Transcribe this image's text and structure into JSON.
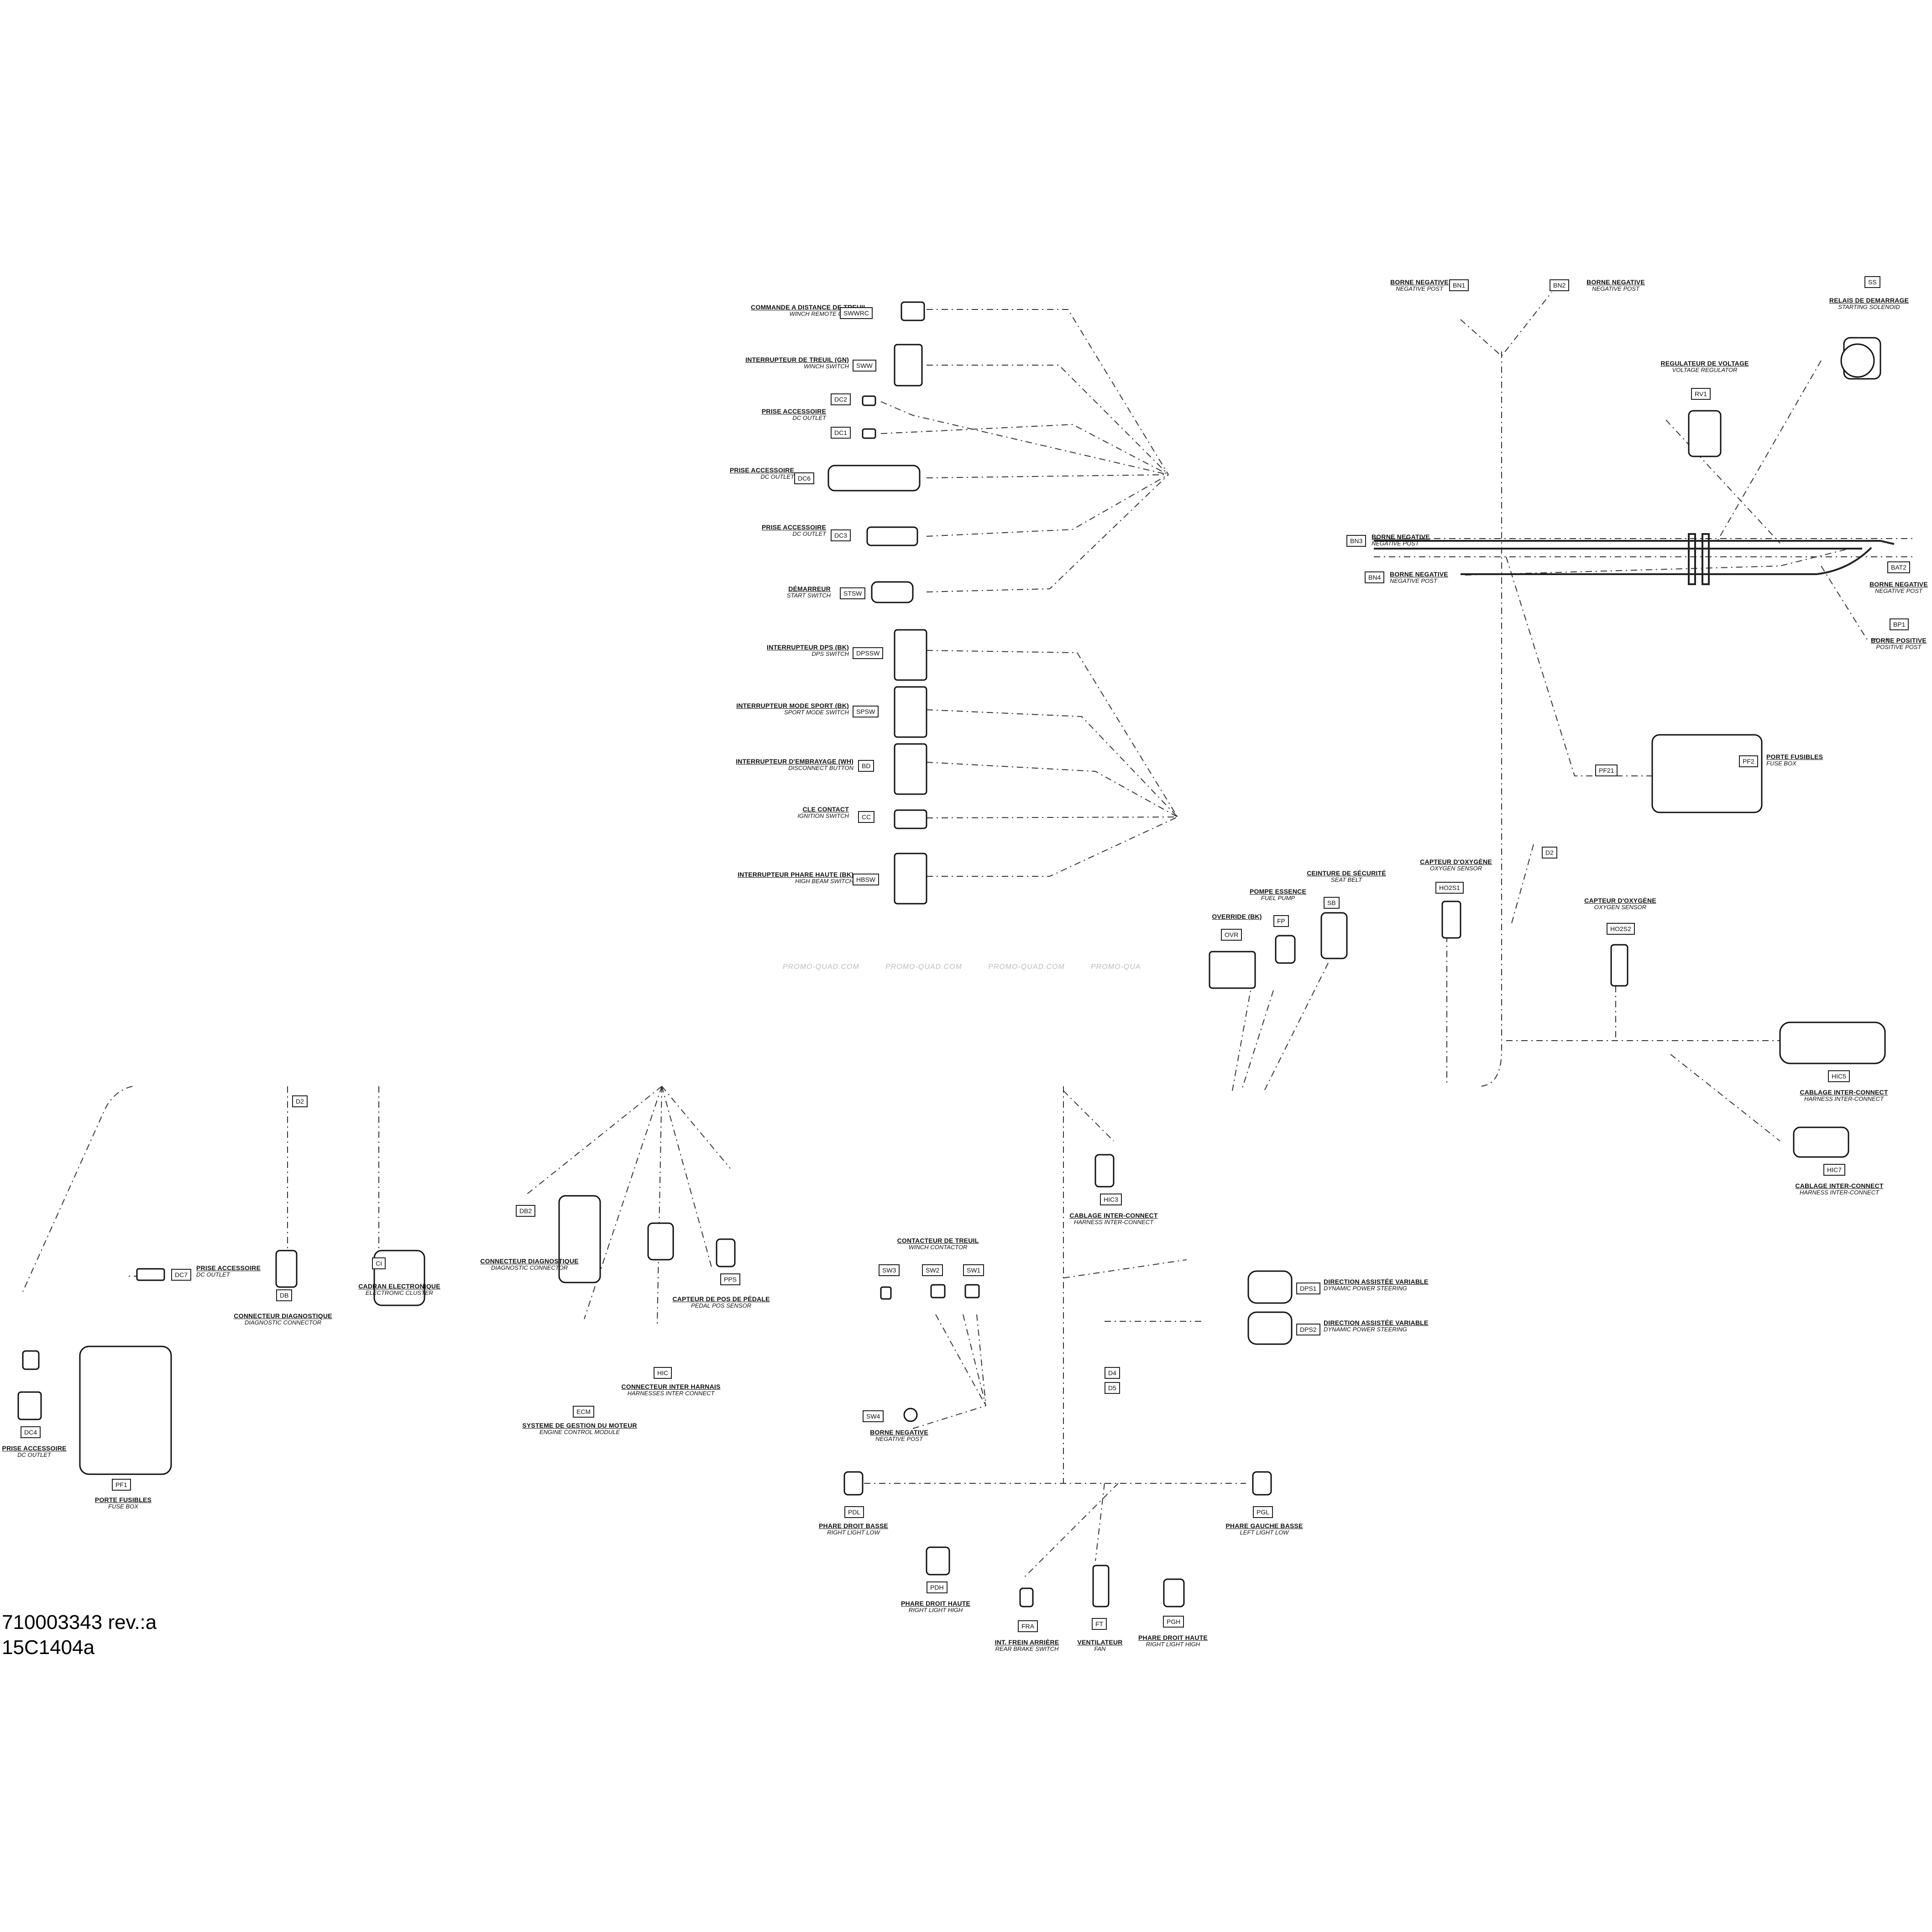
{
  "document": {
    "part_number": "710003343 rev.:a",
    "drawing_id": "15C1404a",
    "watermarks": [
      "PROMO-QUAD.COM",
      "PROMO-QUAD.COM",
      "PROMO-QUAD.COM",
      "PROMO-QUA"
    ]
  },
  "components": {
    "swrc": {
      "code": "SWWRC",
      "fr": "COMMANDE A DISTANCE DE TREUIL",
      "en": "WINCH REMOTE CONTROL"
    },
    "sww": {
      "code": "SWW",
      "fr": "INTERRUPTEUR DE TREUIL (GN)",
      "en": "WINCH SWITCH"
    },
    "dc2": {
      "code": "DC2"
    },
    "dc1": {
      "code": "DC1",
      "fr": "PRISE ACCESSOIRE",
      "en": "DC OUTLET"
    },
    "dc6": {
      "code": "DC6",
      "fr": "PRISE ACCESSOIRE",
      "en": "DC OUTLET"
    },
    "dc3": {
      "code": "DC3",
      "fr": "PRISE ACCESSOIRE",
      "en": "DC OUTLET"
    },
    "stsw": {
      "code": "STSW",
      "fr": "DÉMARREUR",
      "en": "START SWITCH"
    },
    "dpssw": {
      "code": "DPSSW",
      "fr": "INTERRUPTEUR DPS (BK)",
      "en": "DPS SWITCH"
    },
    "spsw": {
      "code": "SPSW",
      "fr": "INTERRUPTEUR MODE SPORT (BK)",
      "en": "SPORT MODE SWITCH"
    },
    "bd": {
      "code": "BD",
      "fr": "INTERRUPTEUR D'EMBRAYAGE (WH)",
      "en": "DISCONNECT BUTTON"
    },
    "cc": {
      "code": "CC",
      "fr": "CLE CONTACT",
      "en": "IGNITION SWITCH"
    },
    "hbsw": {
      "code": "HBSW",
      "fr": "INTERRUPTEUR PHARE HAUTE (BK)",
      "en": "HIGH BEAM SWITCH"
    },
    "bn1": {
      "code": "BN1",
      "fr": "BORNE NEGATIVE",
      "en": "NEGATIVE POST"
    },
    "bn2": {
      "code": "BN2",
      "fr": "BORNE NEGATIVE",
      "en": "NEGATIVE POST"
    },
    "ss": {
      "code": "SS",
      "fr": "RELAIS DE DEMARRAGE",
      "en": "STARTING SOLENOID"
    },
    "rv": {
      "code": "RV1",
      "fr": "REGULATEUR DE VOLTAGE",
      "en": "VOLTAGE REGULATOR"
    },
    "bn3": {
      "code": "BN3",
      "fr": "BORNE NEGATIVE",
      "en": "NEGATIVE POST"
    },
    "bn4": {
      "code": "BN4",
      "fr": "BORNE NEGATIVE",
      "en": "NEGATIVE POST"
    },
    "bat2": {
      "code": "BAT2",
      "fr": "BORNE NEGATIVE",
      "en": "NEGATIVE POST"
    },
    "bp1": {
      "code": "BP1",
      "fr": "BORNE POSITIVE",
      "en": "POSITIVE POST"
    },
    "pf21": {
      "code": "PF21"
    },
    "pf2": {
      "code": "PF2",
      "fr": "PORTE FUSIBLES",
      "en": "FUSE BOX"
    },
    "d2a": {
      "code": "D2"
    },
    "ho2s1": {
      "code": "HO2S1",
      "fr": "CAPTEUR D'OXYGÈNE",
      "en": "OXYGEN SENSOR"
    },
    "ho2s2": {
      "code": "HO2S2",
      "fr": "CAPTEUR D'OXYGÈNE",
      "en": "OXYGEN SENSOR"
    },
    "sb": {
      "code": "SB",
      "fr": "CEINTURE DE SÉCURITÉ",
      "en": "SEAT BELT"
    },
    "fp": {
      "code": "FP",
      "fr": "POMPE ESSENCE",
      "en": "FUEL PUMP"
    },
    "ovr": {
      "code": "OVR",
      "fr": "OVERRIDE (BK)"
    },
    "hic5": {
      "code": "HIC5",
      "fr": "CABLAGE INTER-CONNECT",
      "en": "HARNESS INTER-CONNECT"
    },
    "hic7": {
      "code": "HIC7",
      "fr": "CABLAGE INTER-CONNECT",
      "en": "HARNESS INTER-CONNECT"
    },
    "d2b": {
      "code": "D2"
    },
    "ci": {
      "code": "CI",
      "fr": "CADRAN ELECTRONIQUE",
      "en": "ELECTRONIC CLUSTER"
    },
    "dc7": {
      "code": "DC7",
      "fr": "PRISE ACCESSOIRE",
      "en": "DC OUTLET"
    },
    "db": {
      "code": "DB",
      "fr": "CONNECTEUR DIAGNOSTIQUE",
      "en": "DIAGNOSTIC CONNECTOR"
    },
    "db2": {
      "code": "DB2",
      "fr": "CONNECTEUR DIAGNOSTIQUE",
      "en": "DIAGNOSTIC CONNECTOR"
    },
    "pps": {
      "code": "PPS",
      "fr": "CAPTEUR DE POS DE PÉDALE",
      "en": "PEDAL POS SENSOR"
    },
    "hic": {
      "code": "HIC",
      "fr": "CONNECTEUR INTER HARNAIS",
      "en": "HARNESSES INTER CONNECT"
    },
    "ecm": {
      "code": "ECM",
      "fr": "SYSTEME DE GESTION DU MOTEUR",
      "en": "ENGINE CONTROL MODULE"
    },
    "dc4": {
      "code": "DC4",
      "fr": "PRISE ACCESSOIRE",
      "en": "DC OUTLET"
    },
    "pf1": {
      "code": "PF1",
      "fr": "PORTE FUSIBLES",
      "en": "FUSE BOX"
    },
    "hic3": {
      "code": "HIC3",
      "fr": "CABLAGE INTER-CONNECT",
      "en": "HARNESS INTER-CONNECT"
    },
    "dps1": {
      "code": "DPS1",
      "fr": "DIRECTION ASSISTÉE VARIABLE",
      "en": "DYNAMIC POWER STEERING"
    },
    "dps2": {
      "code": "DPS2",
      "fr": "DIRECTION ASSISTÉE VARIABLE",
      "en": "DYNAMIC POWER STEERING"
    },
    "winch": {
      "fr": "CONTACTEUR DE TREUIL",
      "en": "WINCH CONTACTOR"
    },
    "sw3": {
      "code": "SW3"
    },
    "sw2": {
      "code": "SW2"
    },
    "sw1": {
      "code": "SW1"
    },
    "sw4": {
      "code": "SW4",
      "fr": "BORNE NEGATIVE",
      "en": "NEGATIVE POST"
    },
    "d4": {
      "code": "D4"
    },
    "d5": {
      "code": "D5"
    },
    "pdl": {
      "code": "PDL",
      "fr": "PHARE DROIT BASSE",
      "en": "RIGHT LIGHT LOW"
    },
    "pgl": {
      "code": "PGL",
      "fr": "PHARE GAUCHE BASSE",
      "en": "LEFT LIGHT LOW"
    },
    "pdh": {
      "code": "PDH",
      "fr": "PHARE DROIT HAUTE",
      "en": "RIGHT LIGHT HIGH"
    },
    "fra": {
      "code": "FRA",
      "fr": "INT. FREIN ARRIÈRE",
      "en": "REAR BRAKE SWITCH"
    },
    "ft": {
      "code": "FT",
      "fr": "VENTILATEUR",
      "en": "FAN"
    },
    "pgh": {
      "code": "PGH",
      "fr": "PHARE DROIT HAUTE",
      "en": "RIGHT LIGHT HIGH"
    }
  }
}
